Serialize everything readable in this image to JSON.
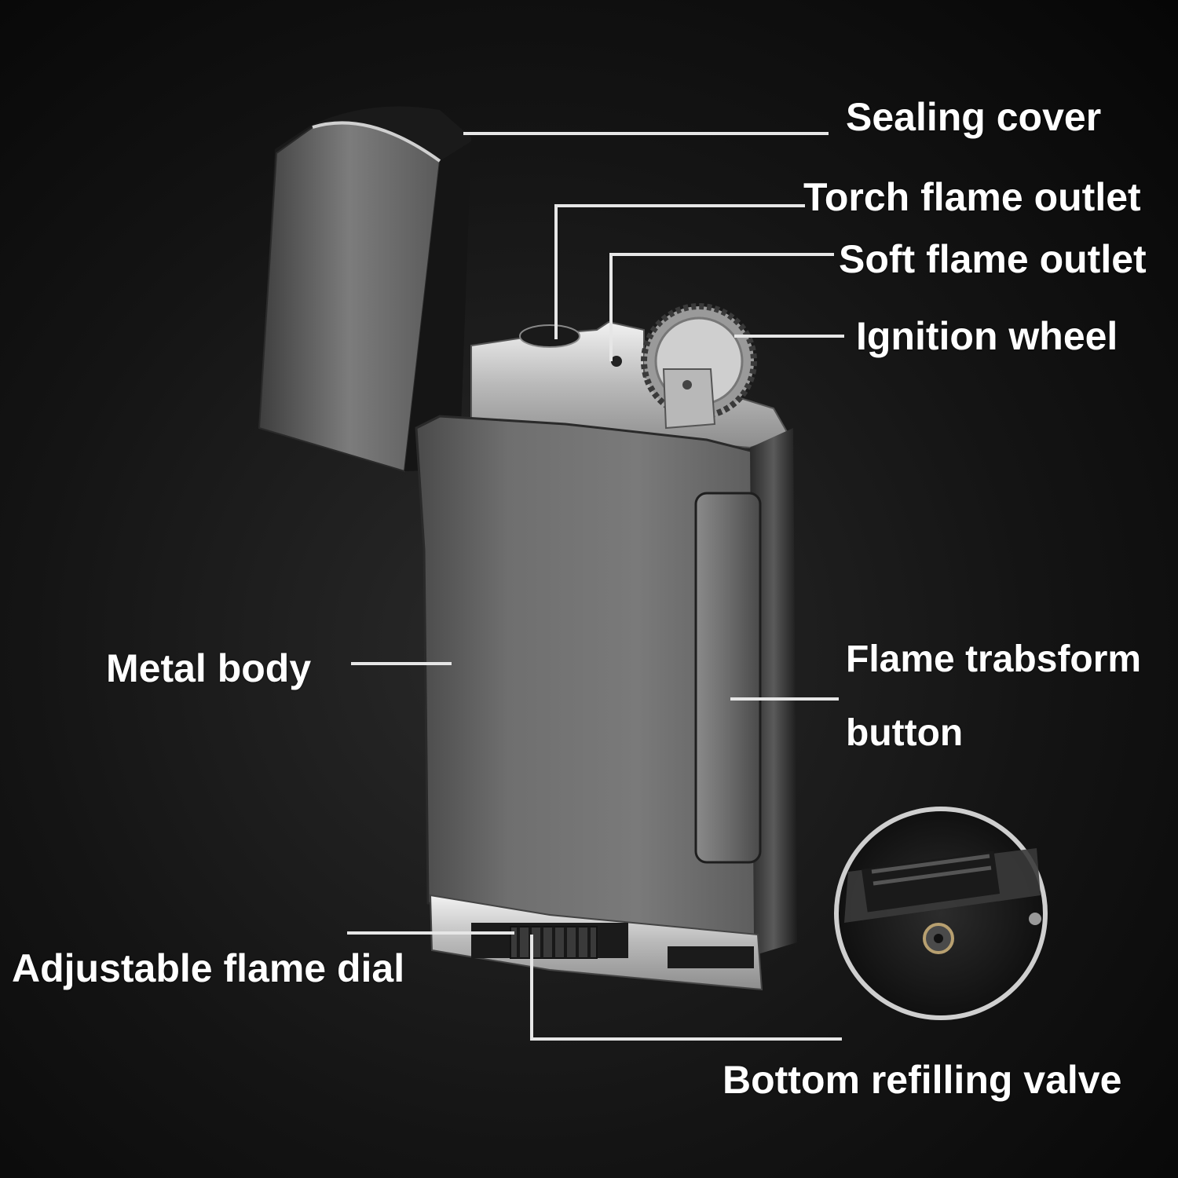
{
  "colors": {
    "background": "#0c0c0c",
    "label_text": "#ffffff",
    "leader_line": "#e6e6e6",
    "metal": "#6e6e6e"
  },
  "labels": {
    "sealing_cover": "Sealing cover",
    "torch_flame_outlet": "Torch flame outlet",
    "soft_flame_outlet": "Soft flame outlet",
    "ignition_wheel": "Ignition wheel",
    "metal_body": "Metal body",
    "flame_transform_line1": "Flame trabsform",
    "flame_transform_line2": "button",
    "adjustable_flame_dial": "Adjustable flame dial",
    "bottom_refilling_valve": "Bottom refilling valve"
  }
}
